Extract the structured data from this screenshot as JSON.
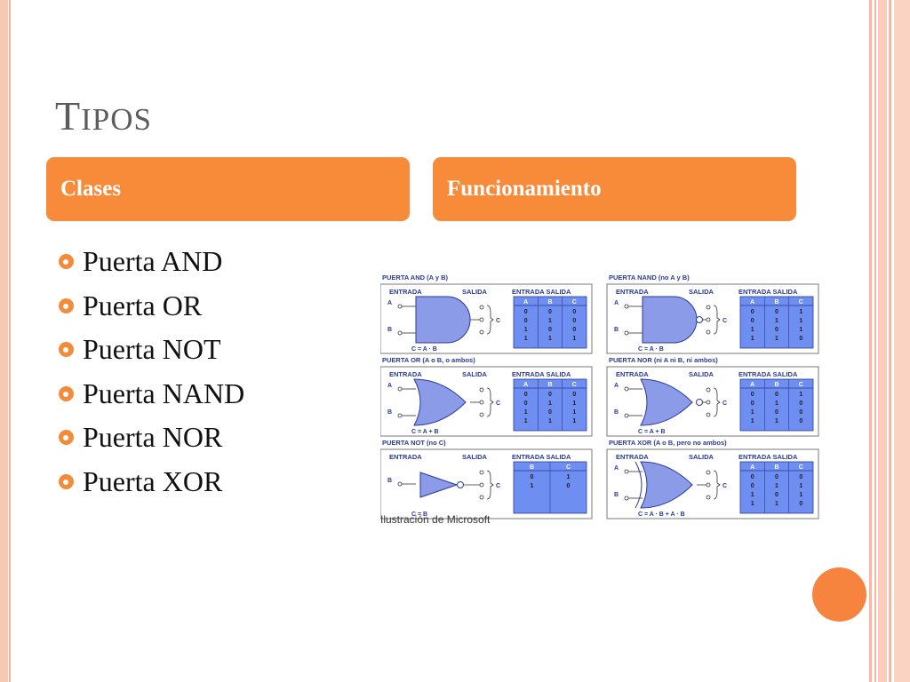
{
  "slide": {
    "title_first": "T",
    "title_rest": "IPOS",
    "headers": [
      "Clases",
      "Funcionamiento"
    ],
    "items": [
      "Puerta AND",
      "Puerta OR",
      "Puerta NOT",
      "Puerta NAND",
      "Puerta NOR",
      "Puerta XOR"
    ],
    "caption": "Ilustración de Microsoft",
    "colors": {
      "accent": "#f88b3a",
      "gate_fill": "#8c9be8",
      "table_fill": "#6e8ef2"
    }
  },
  "gates": [
    {
      "title": "PUERTA AND (A y B)",
      "entrada": "ENTRADA",
      "salida": "SALIDA",
      "table_header": "ENTRADA SALIDA",
      "formula": "C = A · B",
      "cols": [
        "A",
        "B",
        "C"
      ],
      "rows": [
        [
          "0",
          "0",
          "0"
        ],
        [
          "0",
          "1",
          "0"
        ],
        [
          "1",
          "0",
          "0"
        ],
        [
          "1",
          "1",
          "1"
        ]
      ]
    },
    {
      "title": "PUERTA NAND (no A y B)",
      "entrada": "ENTRADA",
      "salida": "SALIDA",
      "table_header": "ENTRADA SALIDA",
      "formula": "C = A · B",
      "cols": [
        "A",
        "B",
        "C"
      ],
      "rows": [
        [
          "0",
          "0",
          "1"
        ],
        [
          "0",
          "1",
          "1"
        ],
        [
          "1",
          "0",
          "1"
        ],
        [
          "1",
          "1",
          "0"
        ]
      ]
    },
    {
      "title": "PUERTA OR (A o B, o ambos)",
      "entrada": "ENTRADA",
      "salida": "SALIDA",
      "table_header": "ENTRADA SALIDA",
      "formula": "C = A + B",
      "cols": [
        "A",
        "B",
        "C"
      ],
      "rows": [
        [
          "0",
          "0",
          "0"
        ],
        [
          "0",
          "1",
          "1"
        ],
        [
          "1",
          "0",
          "1"
        ],
        [
          "1",
          "1",
          "1"
        ]
      ]
    },
    {
      "title": "PUERTA NOR (ni A ni B, ni ambos)",
      "entrada": "ENTRADA",
      "salida": "SALIDA",
      "table_header": "ENTRADA SALIDA",
      "formula": "C = A + B",
      "cols": [
        "A",
        "B",
        "C"
      ],
      "rows": [
        [
          "0",
          "0",
          "1"
        ],
        [
          "0",
          "1",
          "0"
        ],
        [
          "1",
          "0",
          "0"
        ],
        [
          "1",
          "1",
          "0"
        ]
      ]
    },
    {
      "title": "PUERTA NOT (no C)",
      "entrada": "ENTRADA",
      "salida": "SALIDA",
      "table_header": "ENTRADA SALIDA",
      "formula": "C = B",
      "cols": [
        "B",
        "C"
      ],
      "rows": [
        [
          "0",
          "1"
        ],
        [
          "1",
          "0"
        ]
      ]
    },
    {
      "title": "PUERTA XOR (A o B, pero no ambos)",
      "entrada": "ENTRADA",
      "salida": "SALIDA",
      "table_header": "ENTRADA SALIDA",
      "formula": "C = A · B + A · B",
      "cols": [
        "A",
        "B",
        "C"
      ],
      "rows": [
        [
          "0",
          "0",
          "0"
        ],
        [
          "0",
          "1",
          "1"
        ],
        [
          "1",
          "0",
          "1"
        ],
        [
          "1",
          "1",
          "0"
        ]
      ]
    }
  ]
}
